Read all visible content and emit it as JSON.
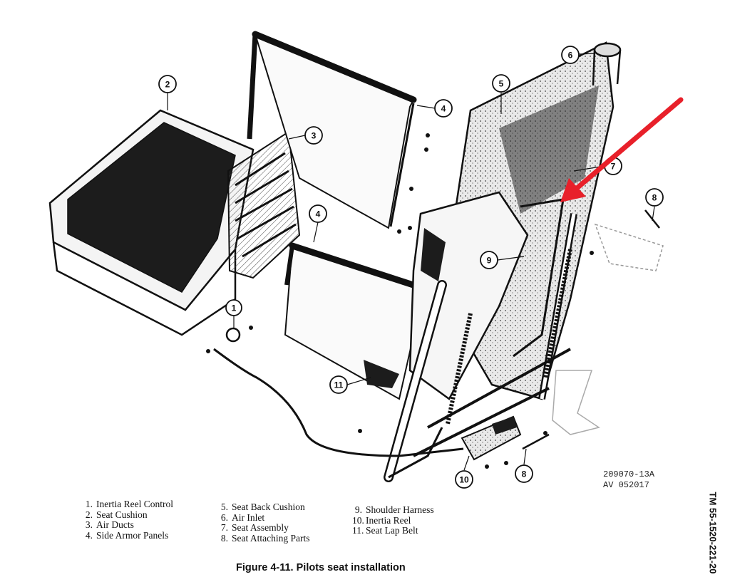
{
  "figure": {
    "caption": "Figure 4-11.   Pilots seat installation",
    "document_number": "TM 55-1520-221-20",
    "drawing_codes": [
      "209070-13A",
      "AV 052017"
    ]
  },
  "legend": {
    "column_1": [
      {
        "num": "1.",
        "label": "Inertia Reel Control"
      },
      {
        "num": "2.",
        "label": "Seat Cushion"
      },
      {
        "num": "3.",
        "label": "Air Ducts"
      },
      {
        "num": "4.",
        "label": "Side Armor Panels"
      }
    ],
    "column_2": [
      {
        "num": "5.",
        "label": "Seat Back Cushion"
      },
      {
        "num": "6.",
        "label": "Air Inlet"
      },
      {
        "num": "7.",
        "label": "Seat Assembly"
      },
      {
        "num": "8.",
        "label": "Seat Attaching Parts"
      }
    ],
    "column_3": [
      {
        "num": "9.",
        "label": "Shoulder Harness"
      },
      {
        "num": "10.",
        "label": "Inertia Reel"
      },
      {
        "num": "11.",
        "label": "Seat Lap Belt"
      }
    ]
  },
  "callouts": [
    "1",
    "2",
    "3",
    "4",
    "4",
    "5",
    "6",
    "7",
    "8",
    "8",
    "9",
    "10",
    "11"
  ],
  "colors": {
    "ink": "#111111",
    "cushion_fill": "#1c1c1c",
    "highlight_arrow": "#e8202a"
  }
}
